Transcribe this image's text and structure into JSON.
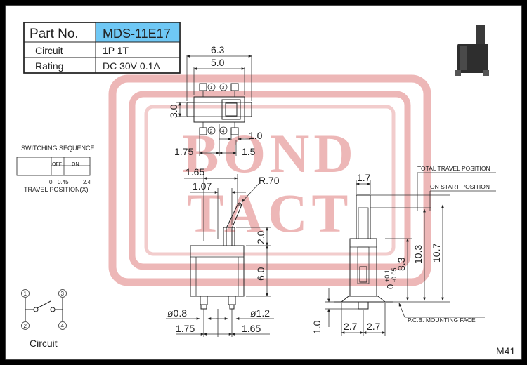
{
  "spec_table": {
    "part_no_label": "Part No.",
    "part_no_value": "MDS-11E17",
    "circuit_label": "Circuit",
    "circuit_value": "1P 1T",
    "rating_label": "Rating",
    "rating_value": "DC 30V 0.1A"
  },
  "watermark": {
    "line1": "BOND",
    "line2": "TACT",
    "color": "#e8a0a0"
  },
  "colors": {
    "part_no_highlight": "#6fc8f5",
    "line": "#222222",
    "paper": "#ffffff"
  },
  "switching": {
    "title": "SWITCHING SEQUENCE",
    "off_label": "OFF",
    "on_label": "ON",
    "tick_0": "0",
    "tick_1": "0.45",
    "tick_2": "2.4",
    "axis_label": "TRAVEL POSITION(X)"
  },
  "top_view": {
    "dim_6_3": "6.3",
    "dim_5_0": "5.0",
    "dim_3_0": "3.0",
    "dim_1_0": "1.0",
    "dim_1_75": "1.75",
    "dim_1_5": "1.5",
    "pin1": "1",
    "pin2": "2",
    "pin3": "3",
    "pin4": "4"
  },
  "front_view": {
    "dim_1_65": "1.65",
    "dim_1_07": "1.07",
    "dim_r70": "R.70",
    "dim_2_0": "2.0",
    "dim_6_0": "6.0",
    "dim_d0_8": "ø0.8",
    "dim_d1_2": "ø1.2",
    "dim_bot_1_75": "1.75",
    "dim_bot_1_65": "1.65"
  },
  "side_view": {
    "dim_1_7": "1.7",
    "total_travel": "TOTAL TRAVEL POSITION",
    "on_start": "ON START POSITION",
    "dim_10_7": "10.7",
    "dim_10_3": "10.3",
    "dim_8_3": "8.3",
    "tol_base": "0",
    "tol_plus": "+0.1",
    "tol_minus": "-0.05",
    "pcb_face": "P.C.B. MOUNTING FACE",
    "dim_1_0": "1.0",
    "dim_2_7a": "2.7",
    "dim_2_7b": "2.7"
  },
  "circuit_diagram": {
    "pin1": "1",
    "pin2": "2",
    "pin3": "3",
    "pin4": "4",
    "label": "Circuit"
  },
  "model_code": "M41",
  "icons": {
    "product": "switch-photo-icon"
  }
}
